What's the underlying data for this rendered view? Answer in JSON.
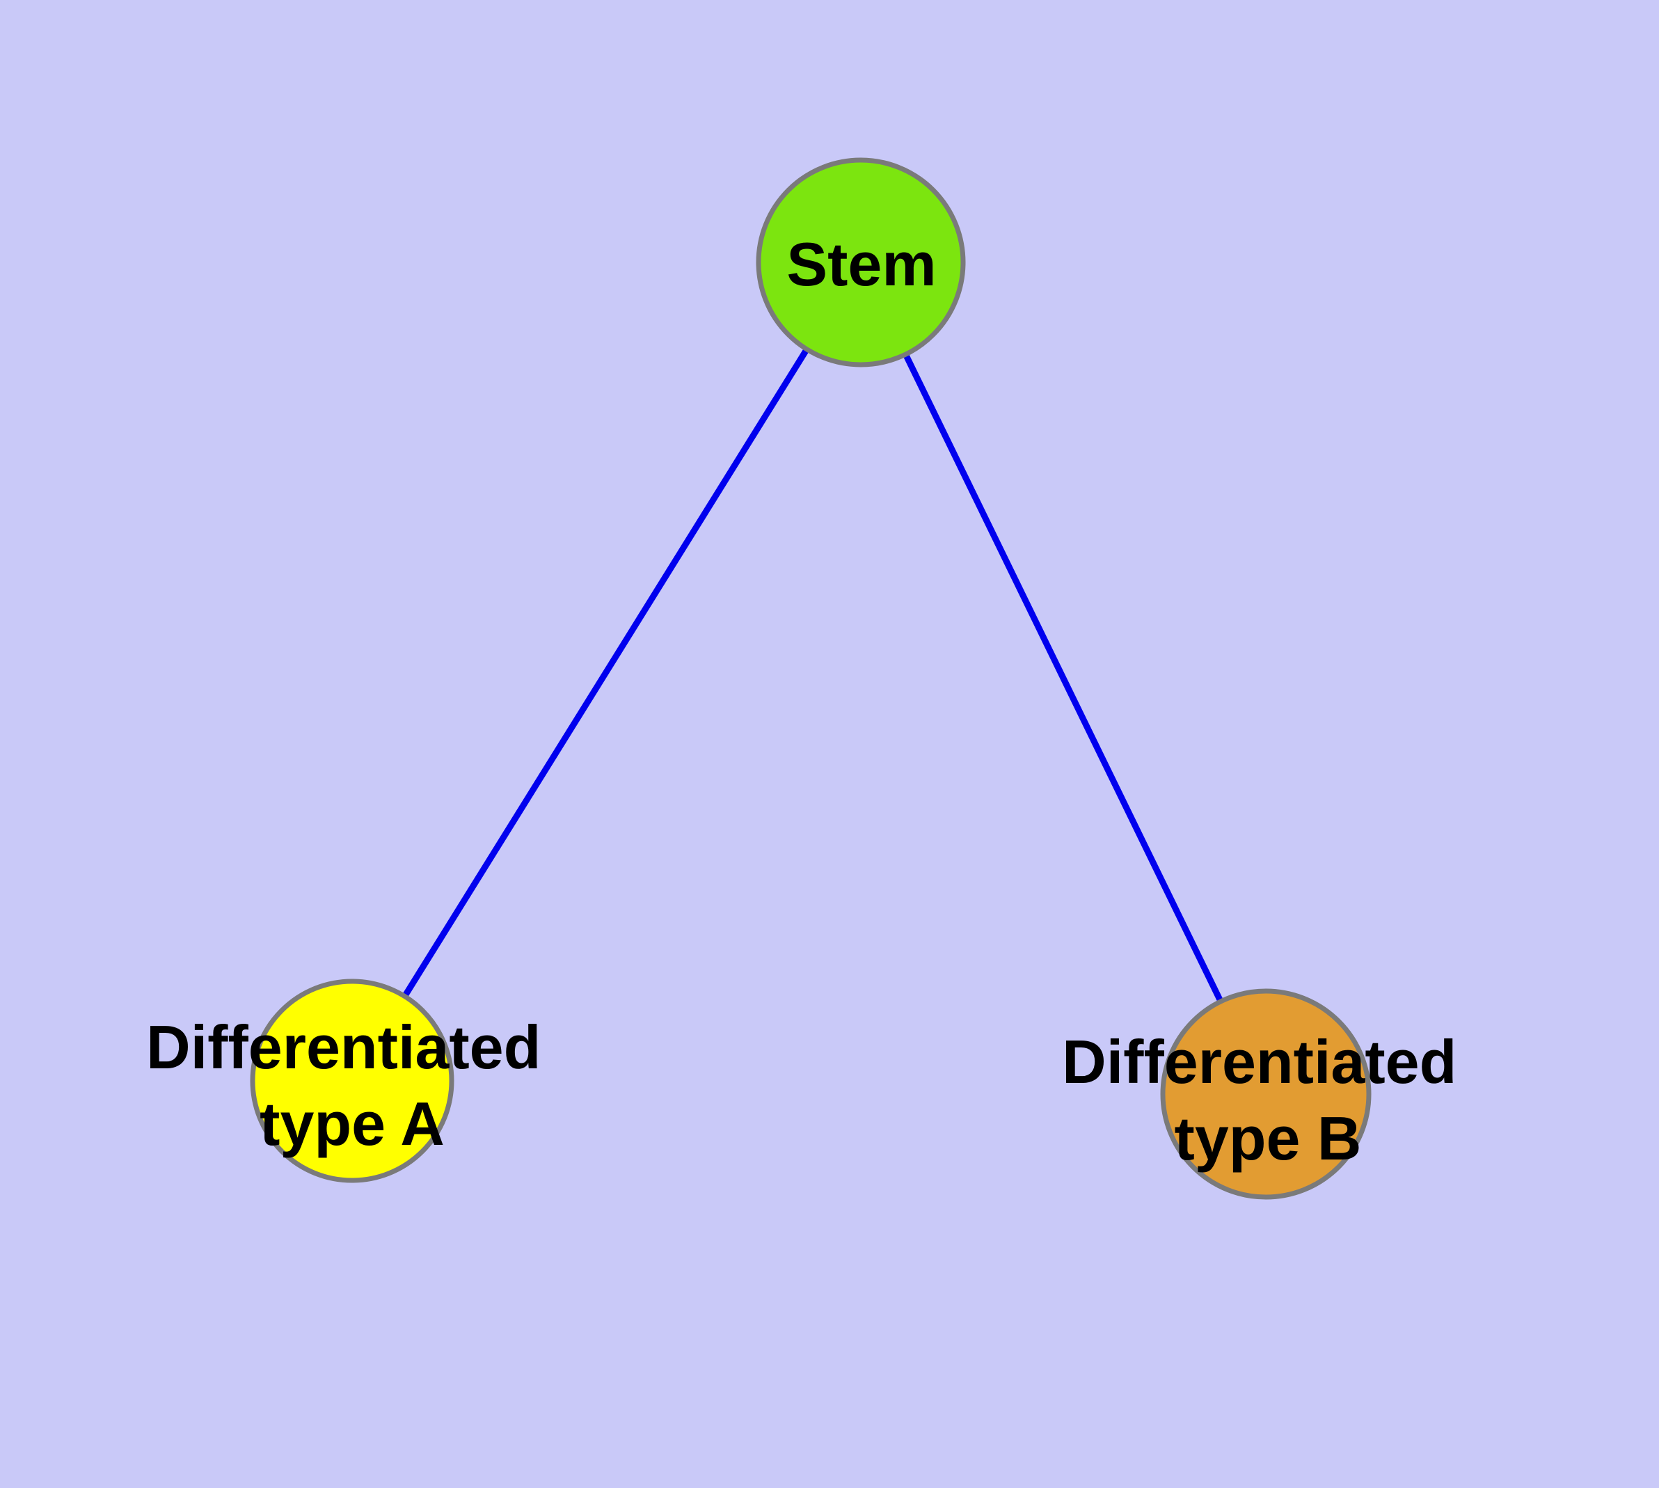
{
  "diagram": {
    "type": "graph",
    "background_color": "#c9c9f8",
    "edge_color": "#0000ee",
    "node_border_color": "#7a7a7a",
    "label_color": "#000000",
    "nodes": [
      {
        "id": "stem",
        "label": "Stem",
        "fill": "#7ce50f"
      },
      {
        "id": "type-a",
        "label_lines": [
          "Differentiated",
          "type A"
        ],
        "fill": "#ffff00"
      },
      {
        "id": "type-b",
        "label_lines": [
          "Differentiated",
          "type B"
        ],
        "fill": "#e29c32"
      }
    ],
    "edges": [
      {
        "from": "Stem",
        "to": "Differentiated type A"
      },
      {
        "from": "Stem",
        "to": "Differentiated type B"
      }
    ]
  }
}
